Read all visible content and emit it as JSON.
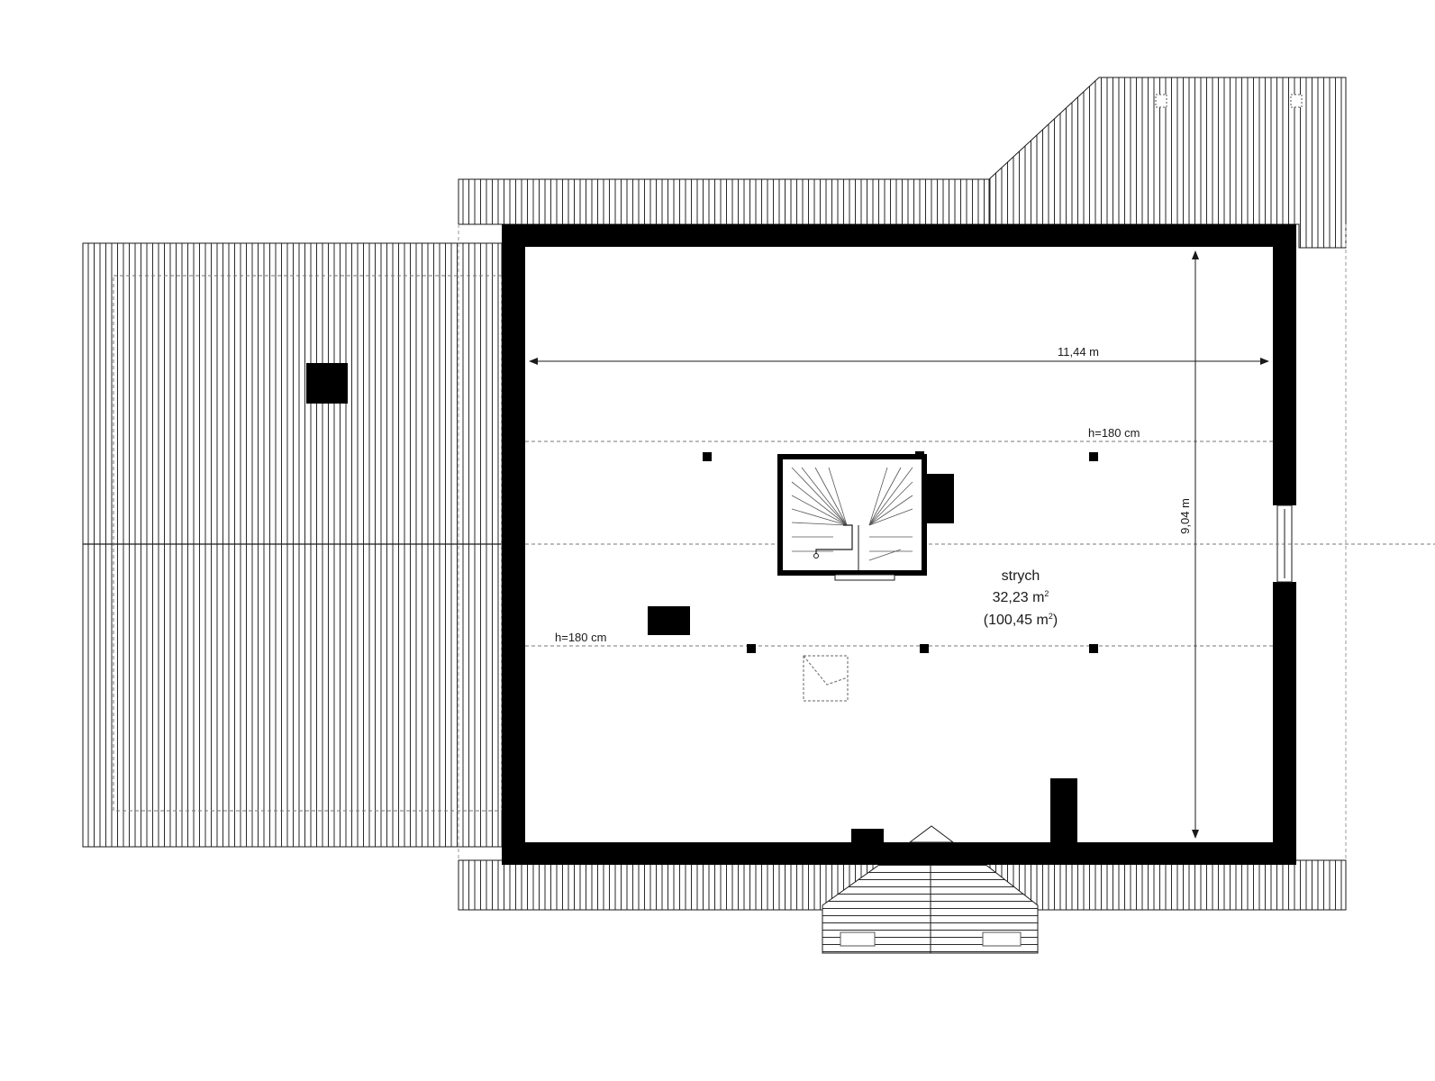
{
  "colors": {
    "wall": "#000000",
    "line": "#1a1a1a",
    "roof_stripe": "#2a2a2a",
    "dashed": "#777777",
    "background": "#ffffff"
  },
  "room": {
    "name": "strych",
    "area": "32,23 m",
    "area_sup": "2",
    "total_open": "(100,45 m",
    "total_sup": "2",
    "total_close": ")"
  },
  "dimensions": {
    "width": "11,44 m",
    "depth": "9,04 m"
  },
  "height_lines": {
    "upper": "h=180 cm",
    "lower": "h=180 cm"
  }
}
